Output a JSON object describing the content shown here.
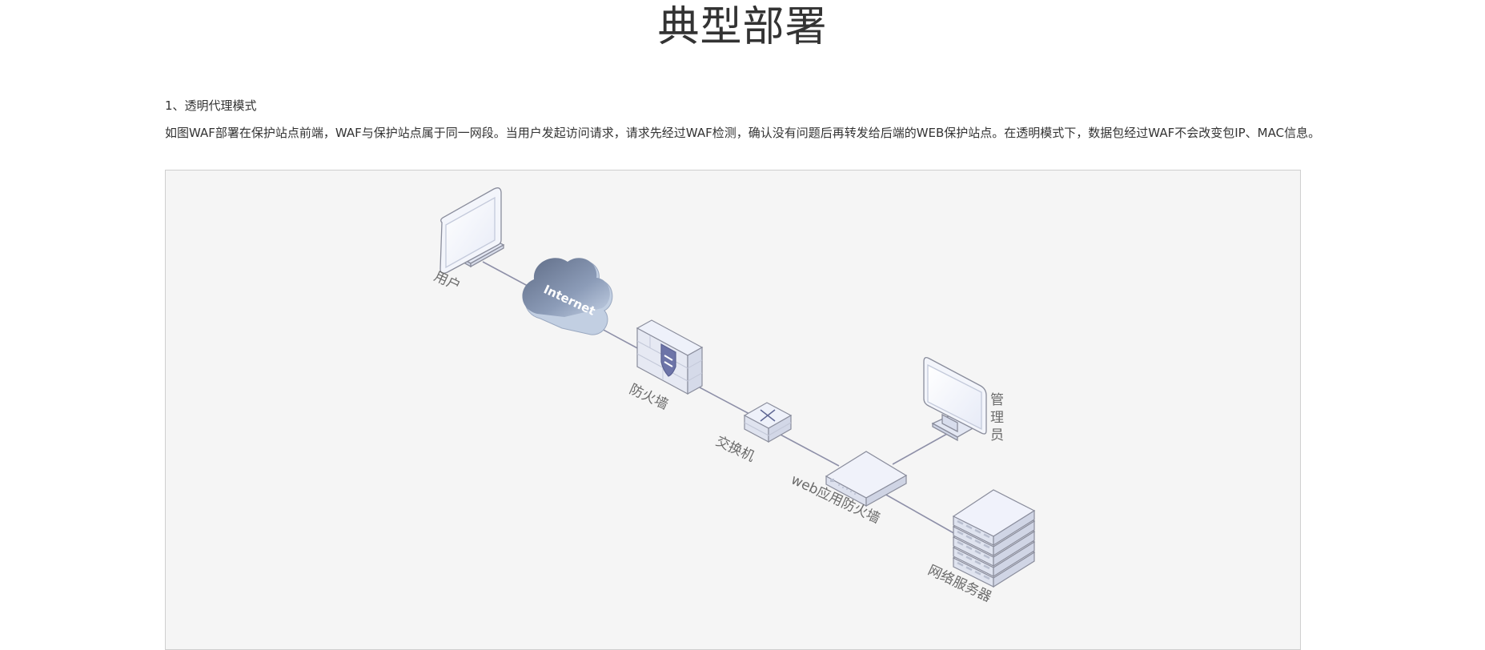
{
  "page": {
    "title": "典型部署"
  },
  "section": {
    "heading": "1、透明代理模式",
    "description": "如图WAF部署在保护站点前端，WAF与保护站点属于同一网段。当用户发起访问请求，请求先经过WAF检测，确认没有问题后再转发给后端的WEB保护站点。在透明模式下，数据包经过WAF不会改变包IP、MAC信息。"
  },
  "diagram": {
    "nodes": {
      "user": {
        "label": "用户",
        "icon": "monitor-icon"
      },
      "internet": {
        "label": "Internet",
        "icon": "cloud-icon"
      },
      "firewall": {
        "label": "防火墙",
        "icon": "firewall-icon"
      },
      "switch": {
        "label": "交换机",
        "icon": "switch-icon"
      },
      "waf": {
        "label": "web应用防火墙",
        "icon": "appliance-icon"
      },
      "admin": {
        "label_chars": [
          "管",
          "理",
          "员"
        ],
        "icon": "monitor-icon"
      },
      "server": {
        "label": "网络服务器",
        "icon": "server-stack-icon"
      }
    },
    "colors": {
      "background": "#f5f5f5",
      "link": "#8e90a8",
      "device_face": "#eef1fa",
      "device_stroke": "#8a8d9c",
      "cloud_dark": "#6d7a94",
      "cloud_light": "#b7c6dc",
      "label": "#6b6b6b"
    }
  }
}
